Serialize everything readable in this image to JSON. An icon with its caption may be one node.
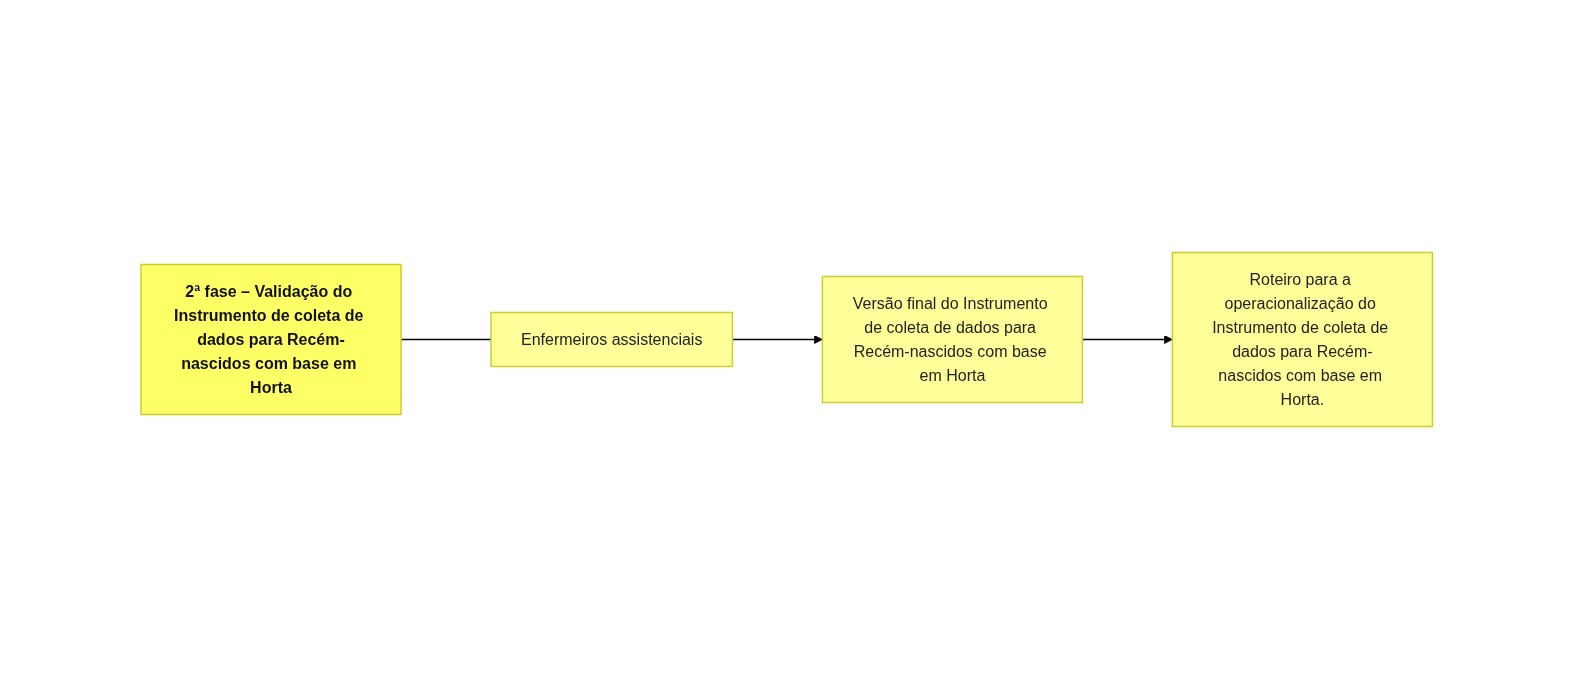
{
  "diagram": {
    "nodes": [
      {
        "text": [
          "2ª fase – Validação do Instrumento de coleta de dados para Recém-nascidos com base em Horta"
        ]
      },
      {
        "text": [
          "Enfermeiros assistenciais"
        ]
      },
      {
        "text": [
          "Versão final do Instrumento de coleta de dados para Recém-nascidos com base em Horta"
        ]
      },
      {
        "text": [
          "Roteiro para a operacionalização do Instrumento de coleta de dados para Recém-nascidos com base em Horta."
        ]
      }
    ],
    "edges": [
      {
        "from": 0,
        "to": 1,
        "arrow": "none"
      },
      {
        "from": 1,
        "to": 2,
        "arrow": "to"
      },
      {
        "from": 2,
        "to": 3,
        "arrow": "to"
      }
    ]
  }
}
